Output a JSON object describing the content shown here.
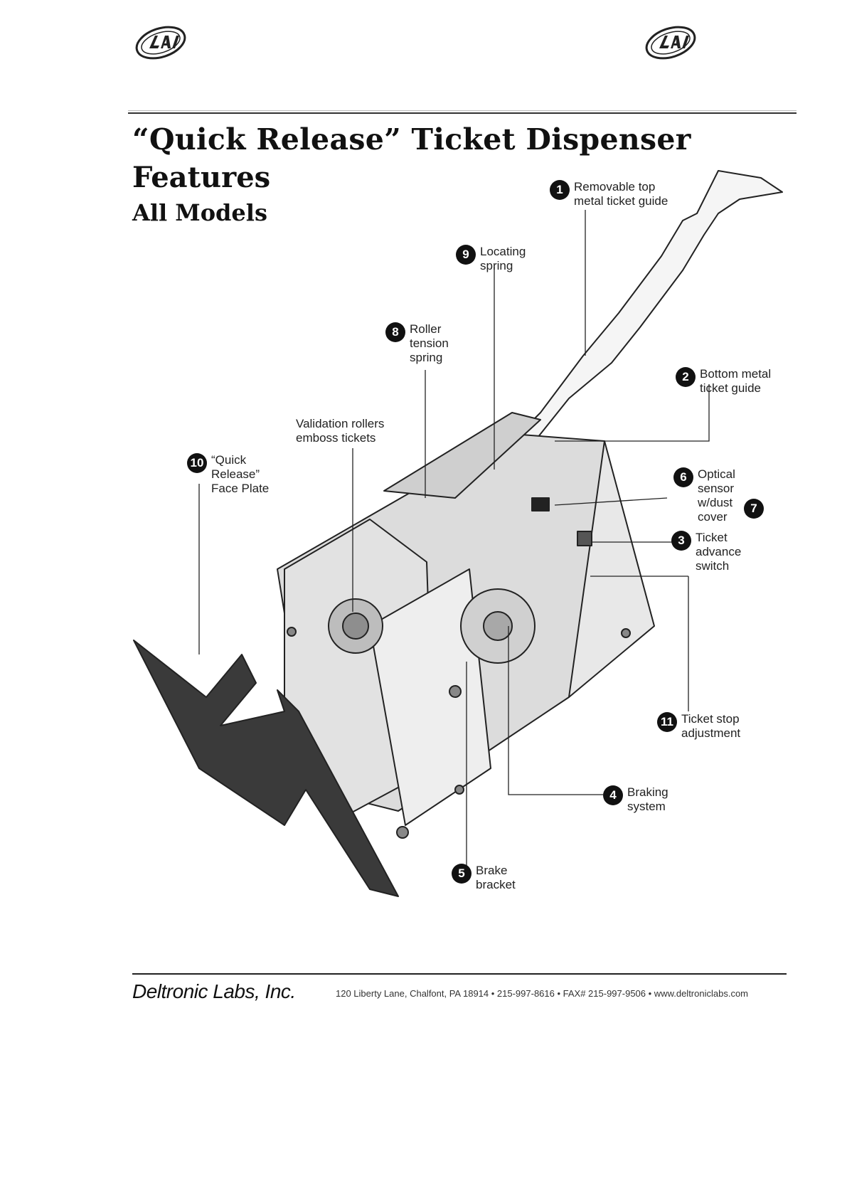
{
  "header": {
    "logo_text": "LAI",
    "title": "“Quick Release” Ticket Dispenser",
    "subtitle1": "Features",
    "subtitle2": "All Models"
  },
  "callouts": [
    {
      "number": "1",
      "text": "Removable top\nmetal ticket guide"
    },
    {
      "number": "9",
      "text": "Locating\nspring"
    },
    {
      "number": "8",
      "text": "Roller\ntension\nspring"
    },
    {
      "number": "2",
      "text": "Bottom metal\nticket guide"
    },
    {
      "number": "",
      "text": "Validation rollers\nemboss tickets"
    },
    {
      "number": "10",
      "text": "“Quick\nRelease”\nFace Plate"
    },
    {
      "number": "6",
      "text": "Optical\nsensor\nw/dust\ncover"
    },
    {
      "number": "7",
      "text": ""
    },
    {
      "number": "3",
      "text": "Ticket\nadvance\nswitch"
    },
    {
      "number": "11",
      "text": "Ticket stop\nadjustment"
    },
    {
      "number": "4",
      "text": "Braking\nsystem"
    },
    {
      "number": "5",
      "text": "Brake\nbracket"
    }
  ],
  "footer": {
    "company": "Deltronic Labs, Inc.",
    "address": "120 Liberty Lane, Chalfont, PA 18914 • 215-997-8616 • FAX# 215-997-9506 • www.deltroniclabs.com"
  }
}
